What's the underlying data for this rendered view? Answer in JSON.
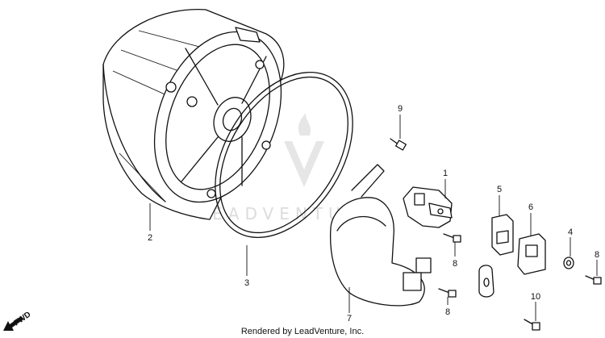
{
  "diagram": {
    "callouts": [
      "1",
      "2",
      "3",
      "4",
      "5",
      "6",
      "7",
      "8",
      "8",
      "8",
      "9",
      "10"
    ],
    "watermark_text": "LEADVENTURE",
    "credit": "Rendered by LeadVenture, Inc.",
    "direction_label": "FWD"
  }
}
